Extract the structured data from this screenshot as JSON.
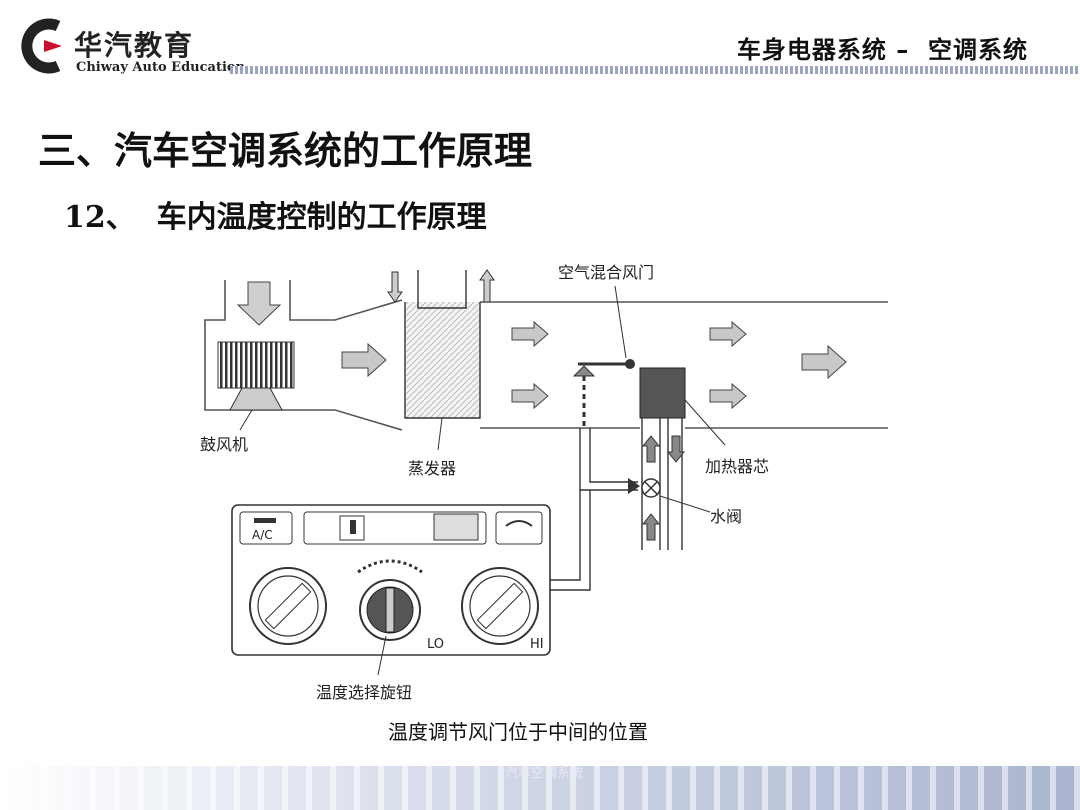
{
  "header": {
    "brand_cn": "华汽教育",
    "brand_en": "Chiway Auto Education",
    "section_title": "车身电器系统 –  空调系统"
  },
  "main_title": "三、汽车空调系统的工作原理",
  "sub_title": "12、  车内温度控制的工作原理",
  "diagram": {
    "labels": {
      "blower": "鼓风机",
      "evaporator": "蒸发器",
      "air_mix_door": "空气混合风门",
      "heater_core": "加热器芯",
      "water_valve": "水阀",
      "temp_knob": "温度选择旋钮",
      "ac_button": "A/C",
      "lo": "LO",
      "hi": "HI"
    }
  },
  "caption": "温度调节风门位于中间的位置",
  "footer_text": "汽车空调系统",
  "colors": {
    "brand_red": "#c8102e",
    "header_line": "#9aa3bf",
    "arrow_fill": "#bdbdbd"
  }
}
